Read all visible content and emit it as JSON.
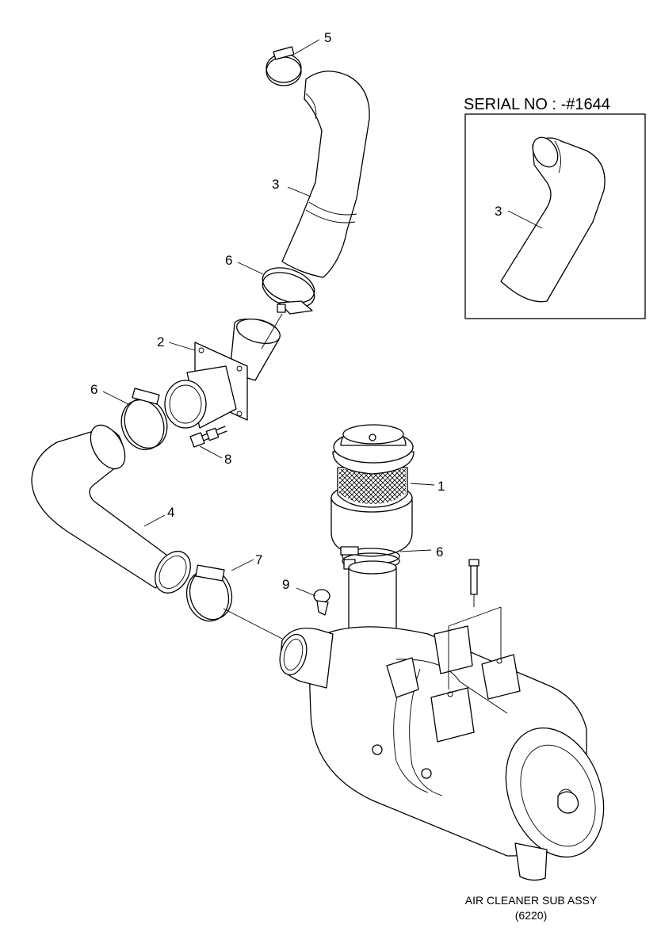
{
  "diagram": {
    "inset_title": "SERIAL NO : -#1644",
    "caption_line1": "AIR CLEANER SUB ASSY",
    "caption_line2": "(6220)",
    "callouts": {
      "c1": "1",
      "c2": "2",
      "c3_main": "3",
      "c3_inset": "3",
      "c4": "4",
      "c5": "5",
      "c6_upper": "6",
      "c6_left": "6",
      "c6_lower": "6",
      "c7": "7",
      "c8": "8",
      "c9": "9"
    }
  }
}
